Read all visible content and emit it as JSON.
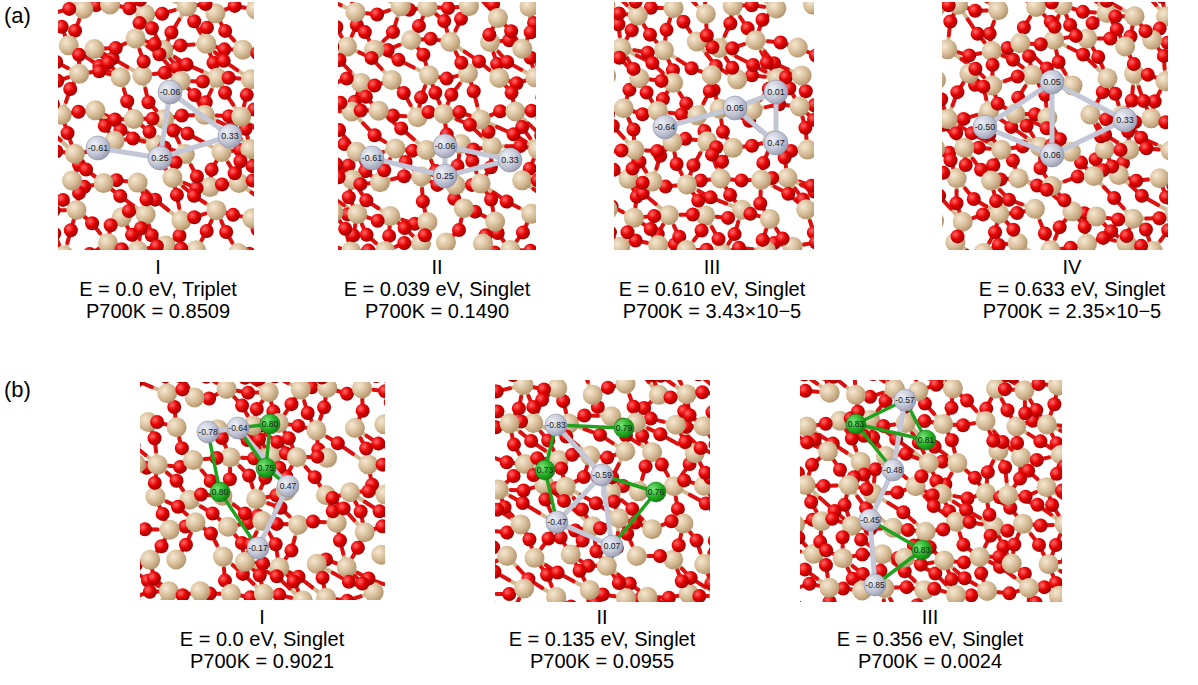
{
  "diagram": {
    "nodes": [
      {
        "text": [
          "I",
          "E = 0.0 eV, Triplet",
          "P700K = 0.8509"
        ]
      },
      {
        "text": [
          "II",
          "E = 0.039 eV, Singlet",
          "P700K = 0.1490"
        ]
      },
      {
        "text": [
          "III",
          "E = 0.610 eV, Singlet",
          "P700K = 3.43×10−5"
        ]
      },
      {
        "text": [
          "IV",
          "E = 0.633 eV, Singlet",
          "P700K = 2.35×10−5"
        ]
      },
      {
        "text": [
          "I",
          "E = 0.0 eV, Singlet",
          "P700K = 0.9021"
        ]
      },
      {
        "text": [
          "II",
          "E = 0.135 eV, Singlet",
          "P700K = 0.0955"
        ]
      },
      {
        "text": [
          "III",
          "E = 0.356 eV, Singlet",
          "P700K = 0.0024"
        ]
      }
    ],
    "labels": [
      "(a)",
      "-0.61",
      "-0.06",
      "0.25",
      "0.33",
      "-0.61",
      "-0.06",
      "0.25",
      "0.33",
      "-0.64",
      "0.05",
      "0.01",
      "0.47",
      "-0.50",
      "0.05",
      "0.06",
      "0.33",
      "(b)",
      "-0.78",
      "-0.64",
      "0.80",
      "0.75",
      "0.47",
      "0.80",
      "-0.17",
      "-0.83",
      "0.79",
      "0.73",
      "-0.59",
      "0.76",
      "-0.47",
      "0.07",
      "-0.57",
      "0.83",
      "0.81",
      "-0.48",
      "-0.45",
      "0.83",
      "-0.85"
    ]
  }
}
